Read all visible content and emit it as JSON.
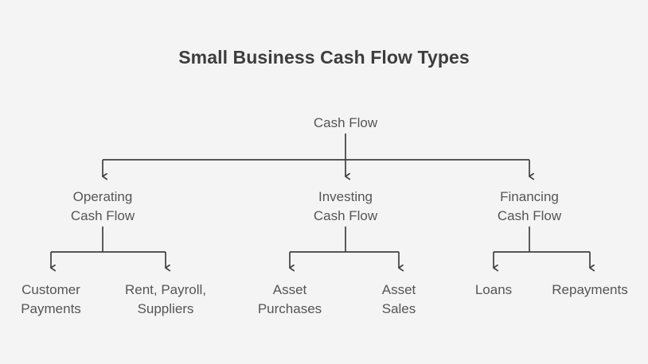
{
  "title": "Small Business Cash Flow Types",
  "colors": {
    "background": "#f4f4f4",
    "title_text": "#3d3d3d",
    "node_text": "#555555",
    "connector": "#404040"
  },
  "diagram": {
    "type": "tree",
    "root": {
      "label": "Cash Flow"
    },
    "branches": [
      {
        "label": "Operating\nCash Flow",
        "line1": "Operating",
        "line2": "Cash Flow",
        "children": [
          {
            "label": "Customer\nPayments",
            "line1": "Customer",
            "line2": "Payments"
          },
          {
            "label": "Rent, Payroll,\nSuppliers",
            "line1": "Rent, Payroll,",
            "line2": "Suppliers"
          }
        ]
      },
      {
        "label": "Investing\nCash Flow",
        "line1": "Investing",
        "line2": "Cash Flow",
        "children": [
          {
            "label": "Asset\nPurchases",
            "line1": "Asset",
            "line2": "Purchases"
          },
          {
            "label": "Asset\nSales",
            "line1": "Asset",
            "line2": "Sales"
          }
        ]
      },
      {
        "label": "Financing\nCash Flow",
        "line1": "Financing",
        "line2": "Cash Flow",
        "children": [
          {
            "label": "Loans",
            "line1": "Loans",
            "line2": ""
          },
          {
            "label": "Repayments",
            "line1": "Repayments",
            "line2": ""
          }
        ]
      }
    ]
  }
}
